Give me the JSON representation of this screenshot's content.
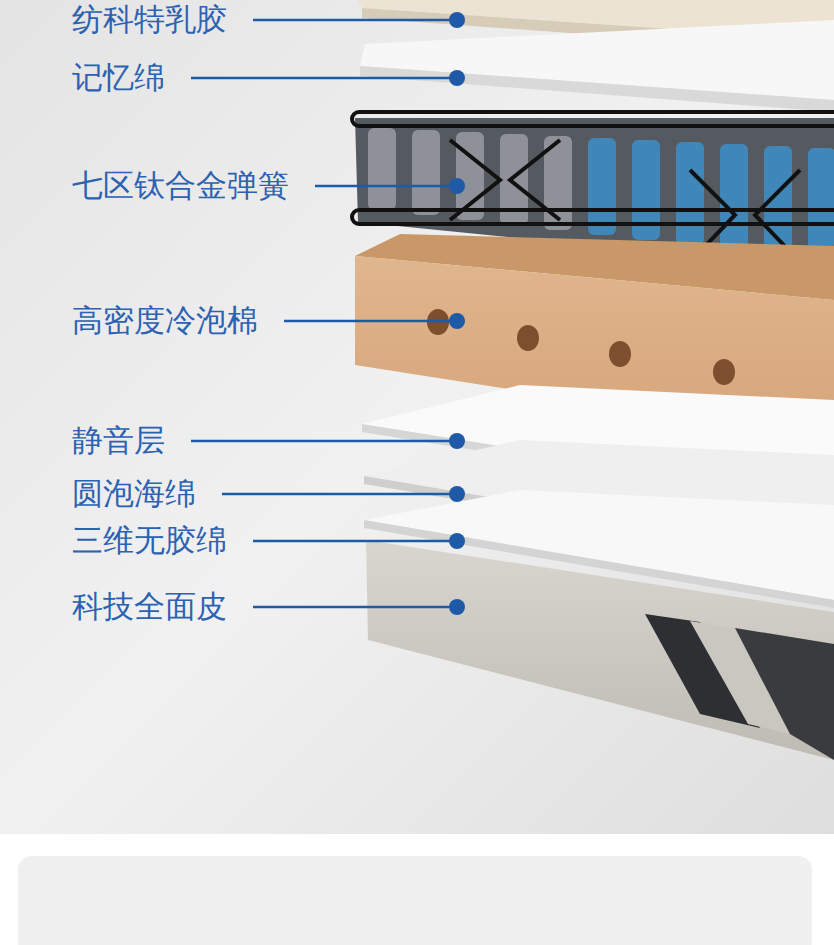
{
  "diagram": {
    "labels": [
      "纺科特乳胶",
      "记忆绵",
      "七区钛合金弹簧",
      "高密度冷泡棉",
      "静音层",
      "圆泡海绵",
      "三维无胶绵",
      "科技全面皮"
    ]
  }
}
